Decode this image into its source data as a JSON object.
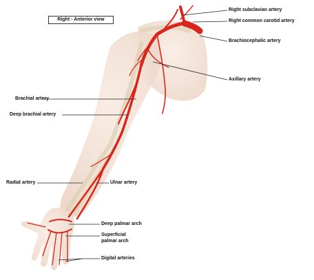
{
  "view_label": "Right - Anterior view",
  "labels": {
    "right_subclavian": "Right subclavian artery",
    "right_common_carotid": "Right common carotid artery",
    "brachiocephalic": "Brachiocephalic artery",
    "axillary": "Axillary artery",
    "brachial": "Brachial artery",
    "deep_brachial": "Deep brachial artery",
    "radial": "Radial artery",
    "ulnar": "Ulnar artery",
    "deep_palmar_arch": "Deep palmar arch",
    "superficial_palmar_arch_line1": "Superficial",
    "superficial_palmar_arch_line2": "palmar arch",
    "digital": "Digital arteries"
  },
  "colors": {
    "artery": "#d9261c",
    "artery_dark": "#a3120c",
    "skin": "#f3e1d6",
    "bone": "#ece3cf",
    "leader": "#222222"
  }
}
